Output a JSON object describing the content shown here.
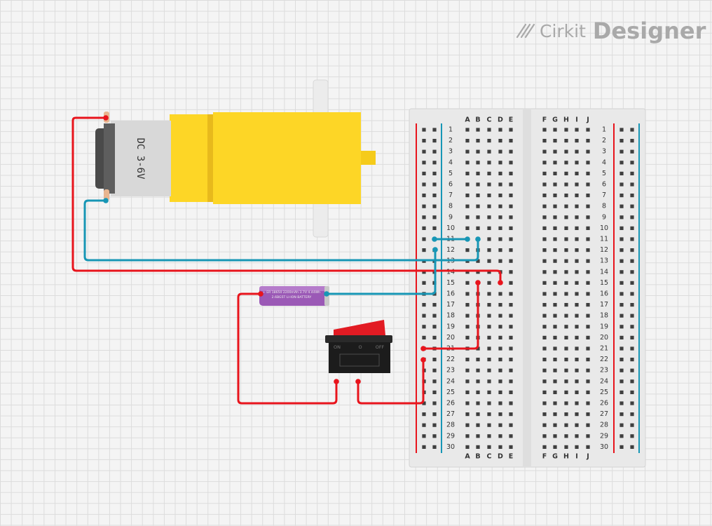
{
  "brand": {
    "logo_name": "Cirkit",
    "logo_product": "Designer",
    "logo_icon": "pencil-stripes-icon"
  },
  "components": {
    "motor": {
      "label": "DC 3-6V"
    },
    "battery": {
      "line1": "+ ER 18650 2200mAh 3.7V 4.44Wh",
      "line2": "2.6BG5T LI-ION BATTERY"
    },
    "switch": {
      "left_label": "ON",
      "right_label": "OFF",
      "middle_label": "O"
    }
  },
  "breadboard": {
    "rows": 30,
    "columns_left": [
      "A",
      "B",
      "C",
      "D",
      "E"
    ],
    "columns_right": [
      "F",
      "G",
      "H",
      "I",
      "J"
    ]
  },
  "colors": {
    "wire_red": "#e8141c",
    "wire_blue": "#1796b5",
    "motor_yellow": "#fdd626",
    "motor_body": "#d8d8d8",
    "battery_purple": "#9b59b6",
    "switch_red": "#e21b23",
    "breadboard": "#ededed"
  }
}
